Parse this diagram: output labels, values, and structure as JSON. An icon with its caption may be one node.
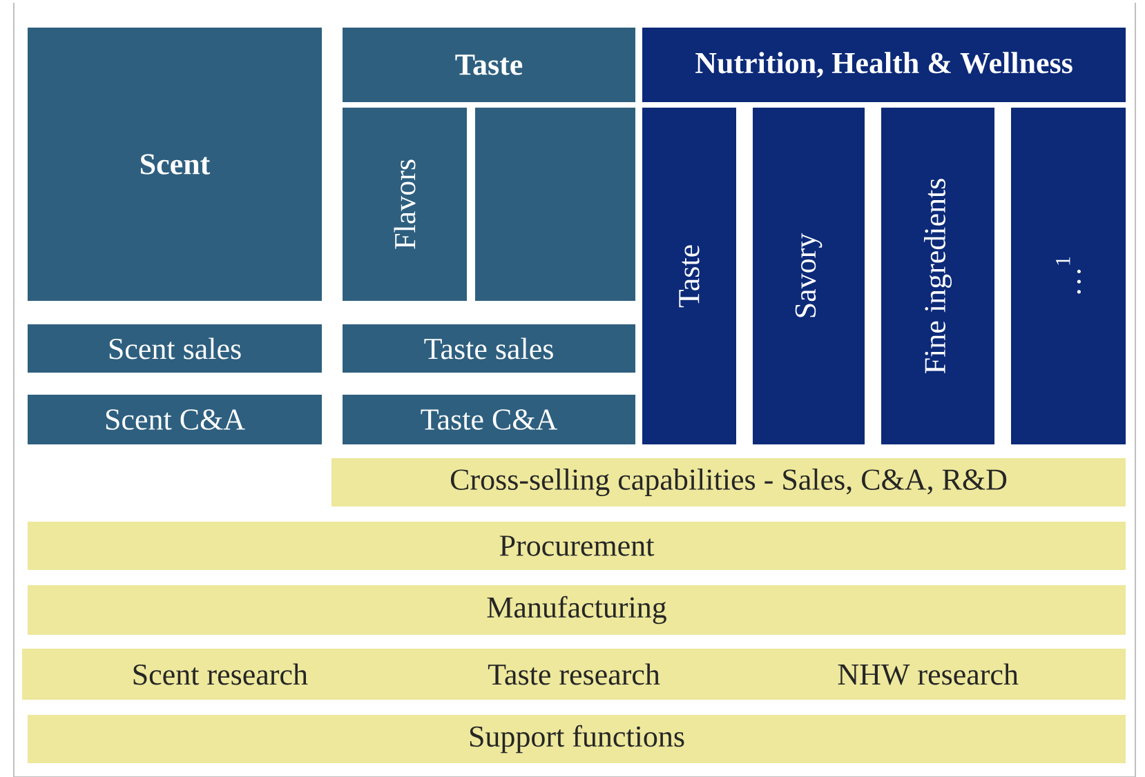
{
  "diagram": {
    "nodes": [
      {
        "text": [
          "Scent"
        ]
      },
      {
        "text": [
          "Scent sales"
        ]
      },
      {
        "text": [
          "Scent C&A"
        ]
      },
      {
        "text": [
          "Taste"
        ]
      },
      {
        "text": [
          "Flavors"
        ]
      },
      {
        "text": [],
        "shape": "box"
      },
      {
        "text": [
          "Taste sales"
        ]
      },
      {
        "text": [
          "Taste C&A"
        ]
      },
      {
        "text": [
          "Nutrition, Health & Wellness"
        ]
      },
      {
        "text": [
          "Taste"
        ]
      },
      {
        "text": [
          "Savory"
        ]
      },
      {
        "text": [
          "Fine ingredients"
        ]
      },
      {
        "text": [
          "…$^{1}$"
        ]
      },
      {
        "text": [
          "Cross-selling capabilities - Sales, C&A, R&D"
        ]
      },
      {
        "text": [
          "Procurement"
        ]
      },
      {
        "text": [
          "Manufacturing"
        ]
      },
      {
        "text": [
          "Scent research",
          "Taste research",
          "NHW research"
        ]
      },
      {
        "text": [
          "Support functions"
        ]
      }
    ]
  }
}
